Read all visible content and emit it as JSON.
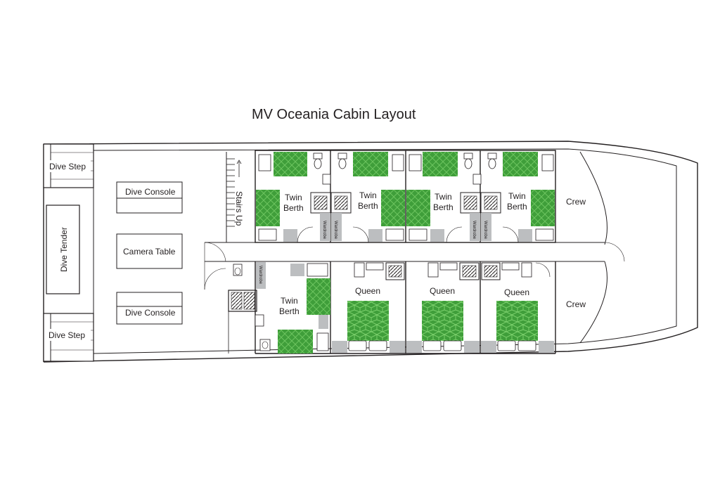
{
  "title": "MV Oceania Cabin Layout",
  "labels": {
    "dive_step_top": "Dive Step",
    "dive_step_bottom": "Dive Step",
    "dive_tender": "Dive Tender",
    "dive_console_top": "Dive Console",
    "camera_table": "Camera Table",
    "dive_console_bottom": "Dive Console",
    "stairs": "Stairs Up",
    "crew_top": "Crew",
    "crew_bottom": "Crew"
  },
  "top_cabins": [
    {
      "line1": "Twin",
      "line2": "Berth"
    },
    {
      "line1": "Twin",
      "line2": "Berth"
    },
    {
      "line1": "Twin",
      "line2": "Berth"
    },
    {
      "line1": "Twin",
      "line2": "Berth"
    }
  ],
  "bottom_twin": {
    "line1": "Twin",
    "line2": "Berth"
  },
  "queen_cabins": [
    {
      "label": "Queen"
    },
    {
      "label": "Queen"
    },
    {
      "label": "Queen"
    }
  ],
  "wardrobe": "Wardrobe",
  "colors": {
    "berth_green": "#3f9e3a",
    "floor_grey": "#bcbec0",
    "line": "#231f20"
  }
}
